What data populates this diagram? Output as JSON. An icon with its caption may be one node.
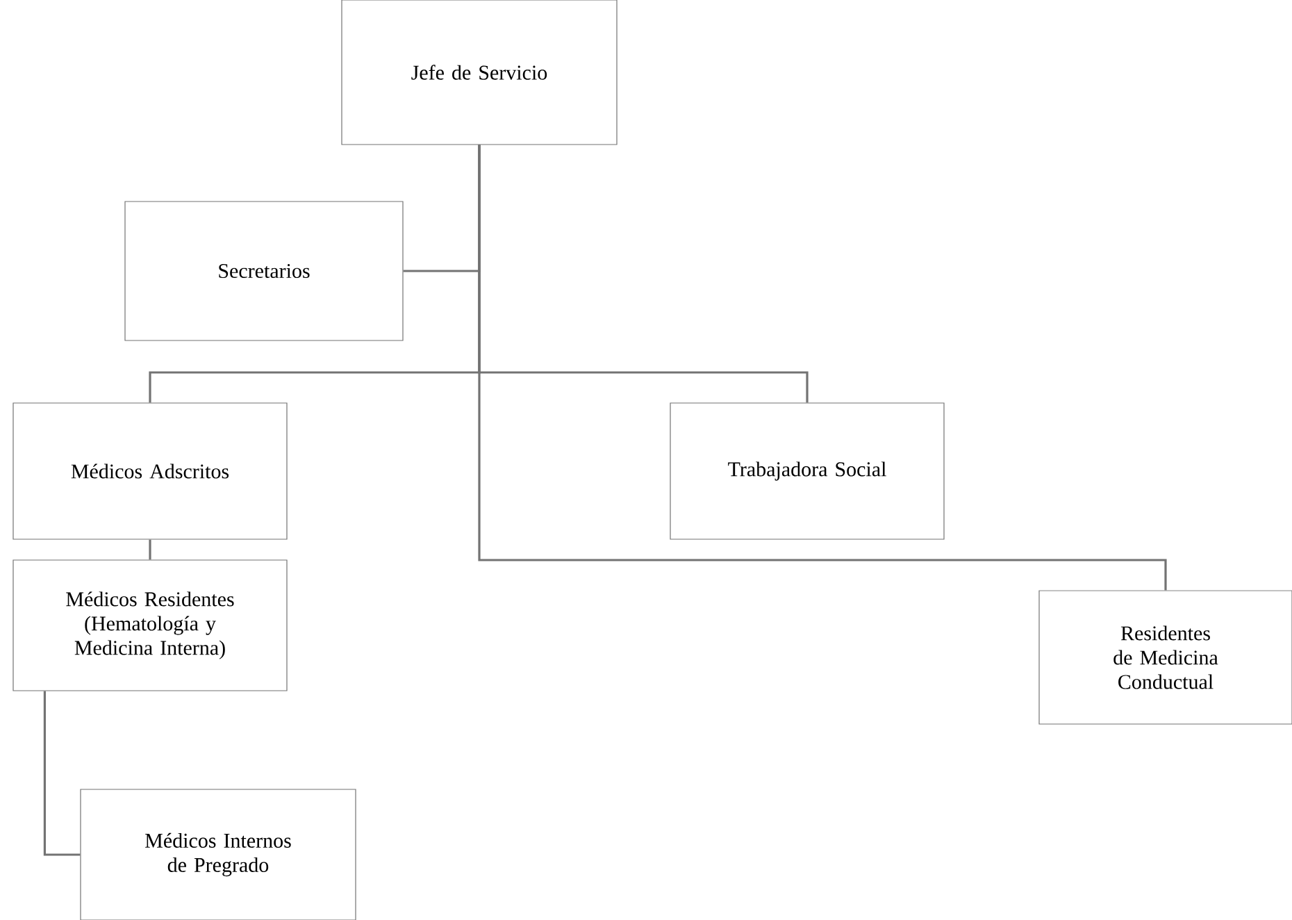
{
  "diagram": {
    "nodes": [
      {
        "text": [
          "Jefe de Servicio"
        ]
      },
      {
        "text": [
          "Secretarios"
        ]
      },
      {
        "text": [
          "Médicos Adscritos"
        ]
      },
      {
        "text": [
          "Trabajadora Social"
        ]
      },
      {
        "text": [
          "Médicos Residentes (Hematología y Medicina Interna)"
        ]
      },
      {
        "text": [
          "Residentes de Medicina Conductual"
        ]
      },
      {
        "text": [
          "Médicos Internos de Pregrado"
        ]
      }
    ],
    "edges": [
      {
        "from": 0,
        "to": 1,
        "arrow": "none"
      },
      {
        "from": 0,
        "to": 2,
        "arrow": "none"
      },
      {
        "from": 0,
        "to": 3,
        "arrow": "none"
      },
      {
        "from": 0,
        "to": 5,
        "arrow": "none"
      },
      {
        "from": 2,
        "to": 4,
        "arrow": "none"
      },
      {
        "from": 4,
        "to": 6,
        "arrow": "none"
      }
    ]
  }
}
